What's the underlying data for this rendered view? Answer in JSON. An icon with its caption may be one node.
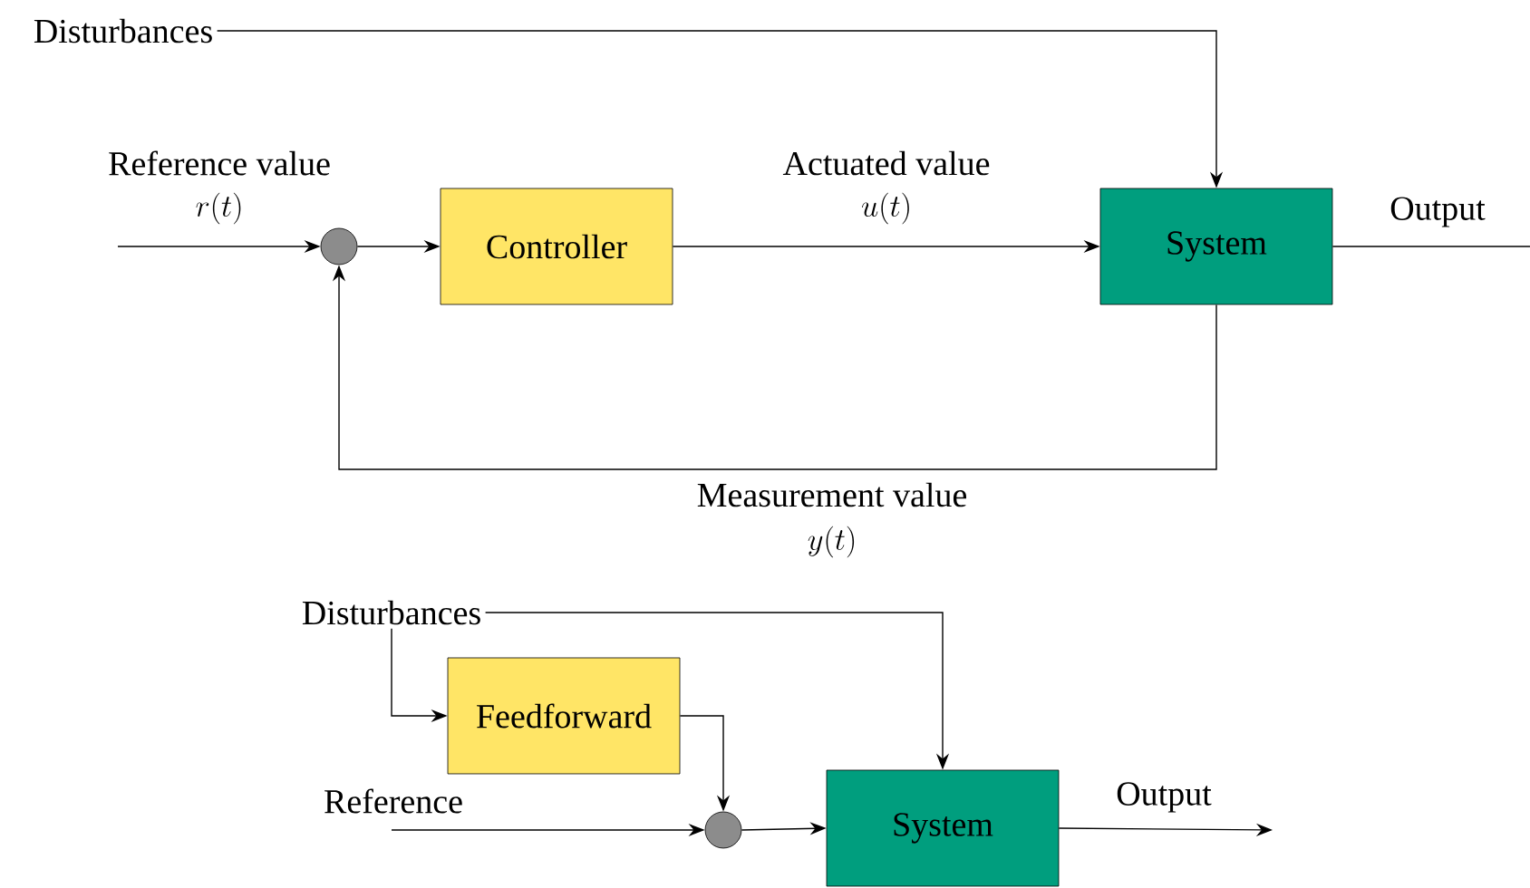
{
  "diagram": {
    "nodes": [
      {
        "text": [
          "Disturbances"
        ]
      },
      {
        "text": [],
        "shape": "circle"
      },
      {
        "text": [
          "Controller"
        ]
      },
      {
        "text": [
          "System"
        ]
      },
      {
        "text": [
          "Disturbances"
        ]
      },
      {
        "text": [
          "Feedforward"
        ]
      },
      {
        "text": [],
        "shape": "circle"
      },
      {
        "text": [
          "System"
        ]
      }
    ],
    "edges": [
      {
        "from": null,
        "to": 1,
        "arrow": "to",
        "label": "Reference value"
      },
      {
        "from": 1,
        "to": 2,
        "arrow": "to"
      },
      {
        "from": 2,
        "to": 3,
        "arrow": "to",
        "label": "Actuated value"
      },
      {
        "from": 0,
        "to": 3,
        "arrow": "to"
      },
      {
        "from": 3,
        "to": null,
        "arrow": "none",
        "label": "Output"
      },
      {
        "from": 3,
        "to": 1,
        "arrow": "to",
        "label": "Measurement value"
      },
      {
        "from": 4,
        "to": 5,
        "arrow": "to"
      },
      {
        "from": 4,
        "to": 7,
        "arrow": "to"
      },
      {
        "from": 5,
        "to": 6,
        "arrow": "to"
      },
      {
        "from": null,
        "to": 6,
        "arrow": "to",
        "label": "Reference"
      },
      {
        "from": 6,
        "to": 7,
        "arrow": "to"
      },
      {
        "from": 7,
        "to": null,
        "arrow": "to",
        "label": "Output"
      }
    ],
    "labels": [
      "r(t)",
      "u(t)",
      "y(t)"
    ]
  }
}
